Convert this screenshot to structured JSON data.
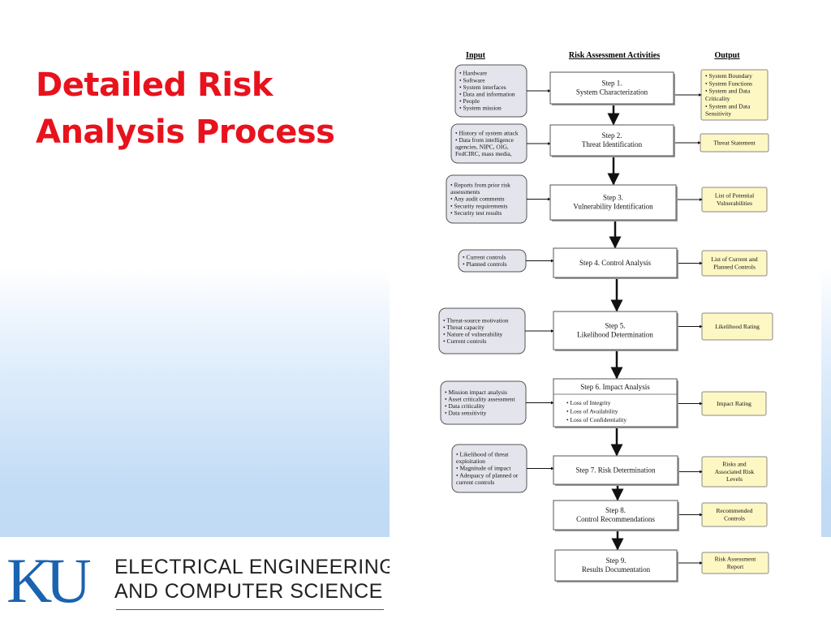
{
  "slide": {
    "title_line1": "Detailed Risk",
    "title_line2": "Analysis Process",
    "colors": {
      "title": "#e8121d",
      "logo": "#1a63b0",
      "input_box": "#e4e4ec",
      "output_box": "#fdf7c4"
    }
  },
  "footer": {
    "logo_mark": "KU",
    "line1": "ELECTRICAL ENGINEERING",
    "line2": "AND COMPUTER SCIENCE"
  },
  "diagram": {
    "headers": {
      "input": "Input",
      "activities": "Risk Assessment Activities",
      "output": "Output"
    },
    "rows": [
      {
        "inputs": [
          "• Hardware",
          "• Software",
          "• System interfaces",
          "• Data and information",
          "• People",
          "• System mission"
        ],
        "step": [
          "Step 1.",
          "System Characterization"
        ],
        "outputs": [
          "• System Boundary",
          "• System Functions",
          "• System and Data",
          "   Criticality",
          "• System and Data",
          "   Sensitivity"
        ]
      },
      {
        "inputs": [
          "• History of system attack",
          "• Data from intelligence",
          "  agencies, NIPC, OIG,",
          "  FedCIRC, mass media,"
        ],
        "step": [
          "Step 2.",
          "Threat Identification"
        ],
        "outputs": [
          "Threat Statement"
        ]
      },
      {
        "inputs": [
          "• Reports from prior risk",
          "  assessments",
          "• Any audit comments",
          "• Security requirements",
          "• Security test results"
        ],
        "step": [
          "Step 3.",
          "Vulnerability Identification"
        ],
        "outputs": [
          "List of Potential",
          "Vulnerabilities"
        ]
      },
      {
        "inputs": [
          "• Current controls",
          "• Planned controls"
        ],
        "step": [
          "Step 4.  Control Analysis"
        ],
        "outputs": [
          "List of Current and",
          "Planned Controls"
        ]
      },
      {
        "inputs": [
          "• Threat-source motivation",
          "• Threat capacity",
          "• Nature of vulnerability",
          "• Current controls"
        ],
        "step": [
          "Step 5.",
          "Likelihood Determination"
        ],
        "outputs": [
          "Likelihood Rating"
        ]
      },
      {
        "inputs": [
          "• Mission impact analysis",
          "• Asset criticality assessment",
          "• Data criticality",
          "• Data sensitivity"
        ],
        "step": [
          "Step 6.  Impact Analysis"
        ],
        "sub_items": [
          "• Loss of Integrity",
          "• Loss of Availability",
          "• Loss of Confidentiality"
        ],
        "outputs": [
          "Impact Rating"
        ]
      },
      {
        "inputs": [
          "• Likelihood of threat",
          "  exploitation",
          "• Magnitude of impact",
          "• Adequacy of planned or",
          "  current controls"
        ],
        "step": [
          "Step 7.  Risk Determination"
        ],
        "outputs": [
          "Risks and",
          "Associated Risk",
          "Levels"
        ]
      },
      {
        "inputs": [],
        "step": [
          "Step 8.",
          "Control Recommendations"
        ],
        "outputs": [
          "Recommended",
          "Controls"
        ]
      },
      {
        "inputs": [],
        "step": [
          "Step 9.",
          "Results Documentation"
        ],
        "outputs": [
          "Risk Assessment",
          "Report"
        ]
      }
    ]
  }
}
